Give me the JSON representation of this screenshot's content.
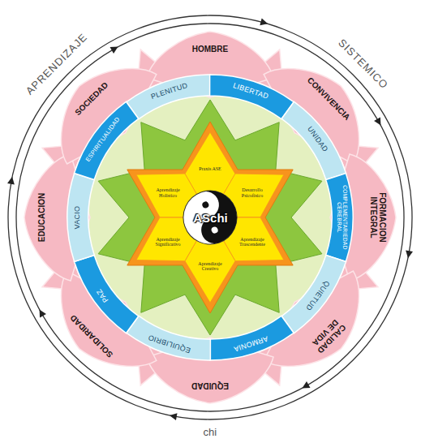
{
  "diagram": {
    "caption": "chi",
    "nodes": [
      {
        "text": [
          "HOMBRE"
        ]
      },
      {
        "text": [
          "CONVIVENCIA"
        ]
      },
      {
        "text": [
          "FORMACION INTEGRAL"
        ]
      },
      {
        "text": [
          "CALIDAD DE VIDA"
        ]
      },
      {
        "text": [
          "EQUIDAD"
        ]
      },
      {
        "text": [
          "SOLIDARIDAD"
        ]
      },
      {
        "text": [
          "EDUCACION"
        ]
      },
      {
        "text": [
          "SOCIEDAD"
        ]
      },
      {
        "text": [
          "PLENITUD"
        ]
      },
      {
        "text": [
          "LIBERTAD"
        ]
      },
      {
        "text": [
          "UNIDAD"
        ]
      },
      {
        "text": [
          "COMPLEMENTARIEDAD CEREBRAL"
        ]
      },
      {
        "text": [
          "QUIETUD"
        ]
      },
      {
        "text": [
          "ARMONIA"
        ]
      },
      {
        "text": [
          "EQUILIBRIO"
        ]
      },
      {
        "text": [
          "PAZ"
        ]
      },
      {
        "text": [
          "VACIO"
        ]
      },
      {
        "text": [
          "ESPIRITUALIDAD"
        ]
      },
      {
        "text": [
          "Praxis ASE"
        ]
      },
      {
        "text": [
          "Desarrollo Psicofísico"
        ]
      },
      {
        "text": [
          "Aprendizaje Trascendente"
        ]
      },
      {
        "text": [
          "Aprendizaje Creativo"
        ]
      },
      {
        "text": [
          "Aprendizaje Significativo"
        ]
      },
      {
        "text": [
          "Aprendizaje Holístico"
        ]
      },
      {
        "text": [
          "ASchi"
        ]
      }
    ],
    "labels": [
      "APRENDIZAJE",
      "SISTEMICO"
    ]
  }
}
